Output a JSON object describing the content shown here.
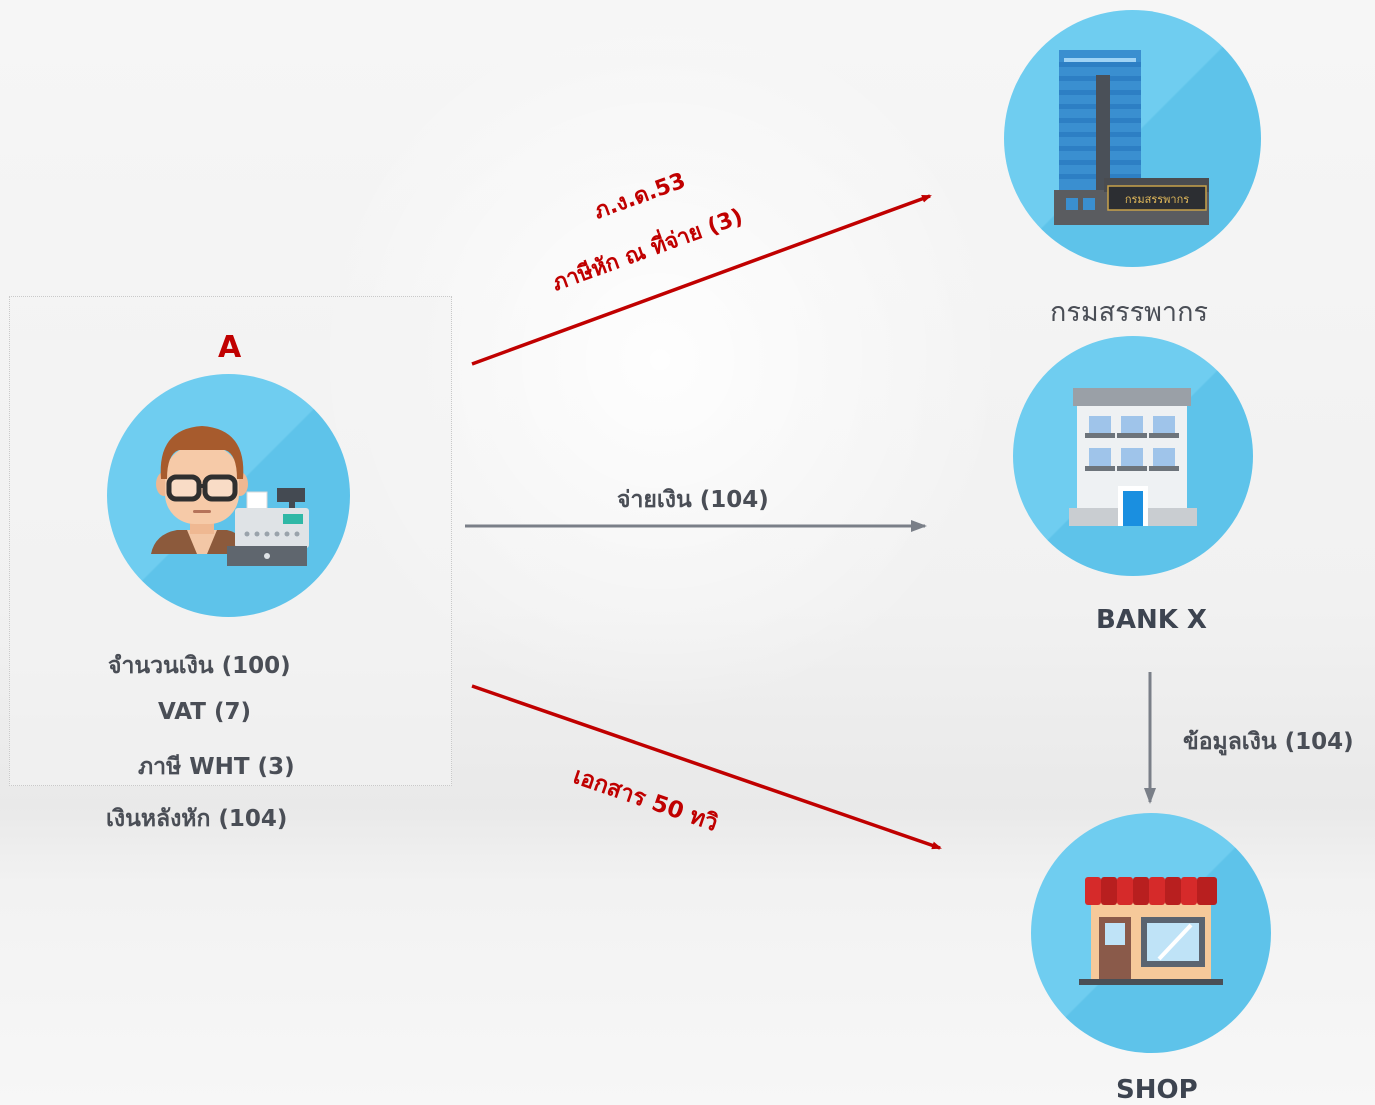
{
  "actor": {
    "name": "A",
    "lines": [
      "จำนวนเงิน (100)",
      "VAT (7)",
      "ภาษี WHT  (3)",
      "เงินหลังหัก (104)"
    ]
  },
  "nodes": {
    "revenue": {
      "label": "กรมสรรพากร",
      "sign": "กรมสรรพากร"
    },
    "bank": {
      "label": "BANK X"
    },
    "shop": {
      "label": "SHOP"
    }
  },
  "edges": {
    "to_revenue": {
      "line1": "ภ.ง.ด.53",
      "line2": "ภาษีหัก ณ ที่จ่าย (3)"
    },
    "to_bank": {
      "label": "จ่ายเงิน (104)"
    },
    "to_shop": {
      "label": "เอกสาร 50 ทวิ"
    },
    "bank_to_shop": {
      "label": "ข้อมูลเงิน (104)"
    }
  },
  "colors": {
    "red_arrow": "#c00000",
    "gray_arrow": "#7a7f88",
    "circle": "#6fcdf0"
  },
  "icons": [
    "shopkeeper-icon",
    "office-building-icon",
    "bank-building-icon",
    "storefront-icon"
  ]
}
